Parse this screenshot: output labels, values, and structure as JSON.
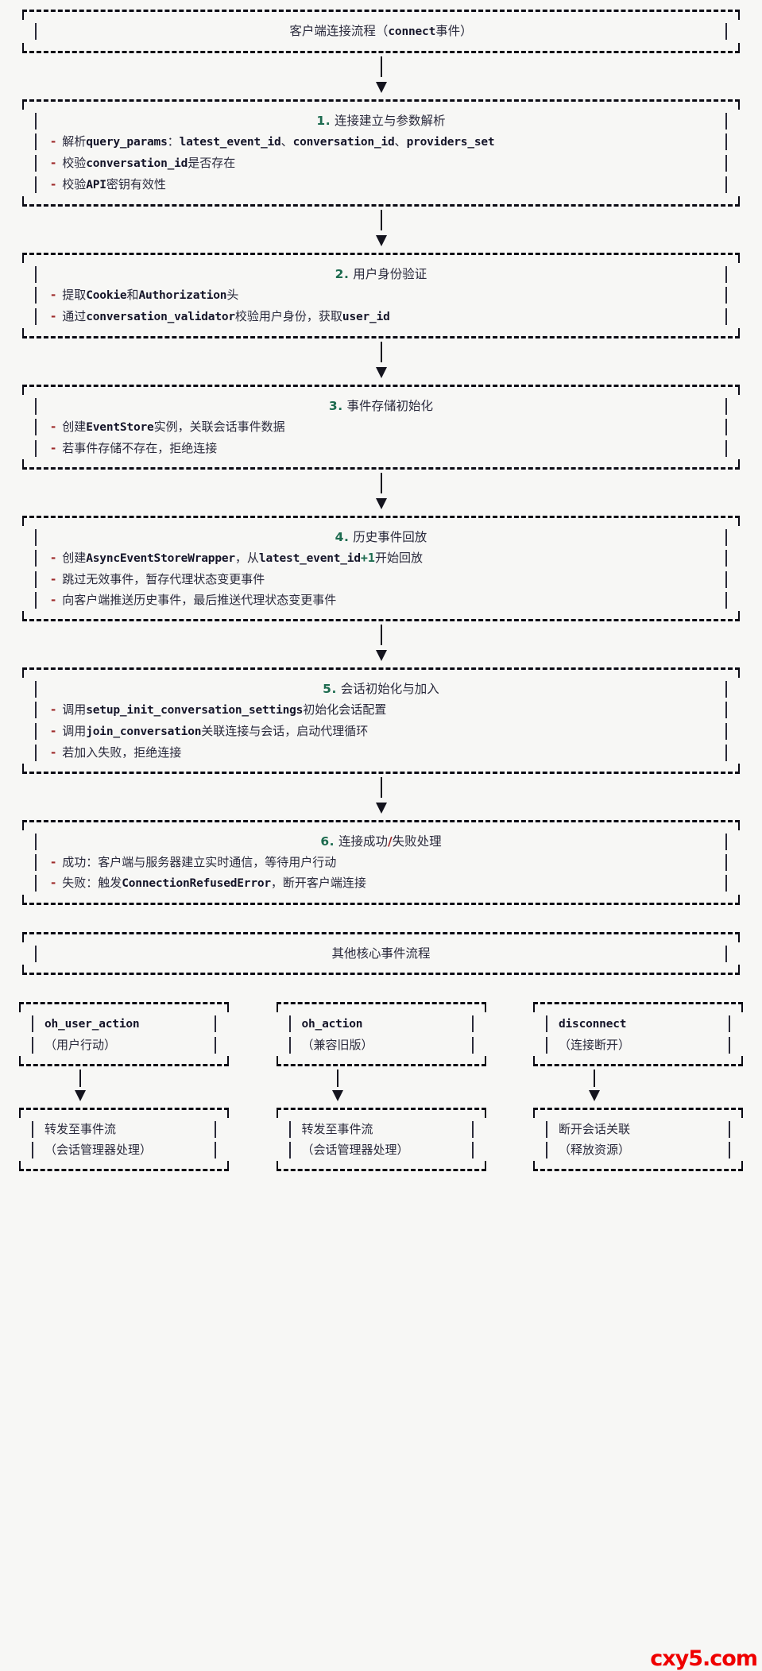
{
  "document": {
    "background_color": "#f7f7f5",
    "accent_number_color": "#1d6b4f",
    "bullet_color": "#9e2b2b",
    "text_color": "#2a2a3c",
    "watermark": "cxy5.com",
    "watermark_color": "#ef0000"
  },
  "header": {
    "title_cn": "客户端连接流程（",
    "title_code": "connect",
    "title_cn_tail": "事件）"
  },
  "steps": [
    {
      "number": "1.",
      "title": "连接建立与参数解析",
      "items": [
        [
          {
            "t": "cn",
            "v": "解析"
          },
          {
            "t": "code",
            "v": "query_params"
          },
          {
            "t": "cn",
            "v": "："
          },
          {
            "t": "code",
            "v": "latest_event_id"
          },
          {
            "t": "cn",
            "v": "、"
          },
          {
            "t": "code",
            "v": "conversation_id"
          },
          {
            "t": "cn",
            "v": "、"
          },
          {
            "t": "code",
            "v": "providers_set"
          }
        ],
        [
          {
            "t": "cn",
            "v": "校验"
          },
          {
            "t": "code",
            "v": "conversation_id"
          },
          {
            "t": "cn",
            "v": "是否存在"
          }
        ],
        [
          {
            "t": "cn",
            "v": "校验"
          },
          {
            "t": "code",
            "v": "API"
          },
          {
            "t": "cn",
            "v": "密钥有效性"
          }
        ]
      ]
    },
    {
      "number": "2.",
      "title": "用户身份验证",
      "items": [
        [
          {
            "t": "cn",
            "v": "提取"
          },
          {
            "t": "code",
            "v": "Cookie"
          },
          {
            "t": "cn",
            "v": "和"
          },
          {
            "t": "code",
            "v": "Authorization"
          },
          {
            "t": "cn",
            "v": "头"
          }
        ],
        [
          {
            "t": "cn",
            "v": "通过"
          },
          {
            "t": "code",
            "v": "conversation_validator"
          },
          {
            "t": "cn",
            "v": "校验用户身份，获取"
          },
          {
            "t": "code",
            "v": "user_id"
          }
        ]
      ]
    },
    {
      "number": "3.",
      "title": "事件存储初始化",
      "items": [
        [
          {
            "t": "cn",
            "v": "创建"
          },
          {
            "t": "code",
            "v": "EventStore"
          },
          {
            "t": "cn",
            "v": "实例，关联会话事件数据"
          }
        ],
        [
          {
            "t": "cn",
            "v": "若事件存储不存在，拒绝连接"
          }
        ]
      ]
    },
    {
      "number": "4.",
      "title": "历史事件回放",
      "items": [
        [
          {
            "t": "cn",
            "v": "创建"
          },
          {
            "t": "code",
            "v": "AsyncEventStoreWrapper"
          },
          {
            "t": "cn",
            "v": "，从"
          },
          {
            "t": "code",
            "v": "latest_event_id"
          },
          {
            "t": "plus",
            "v": "+1"
          },
          {
            "t": "cn",
            "v": "开始回放"
          }
        ],
        [
          {
            "t": "cn",
            "v": "跳过无效事件，暂存代理状态变更事件"
          }
        ],
        [
          {
            "t": "cn",
            "v": "向客户端推送历史事件，最后推送代理状态变更事件"
          }
        ]
      ]
    },
    {
      "number": "5.",
      "title": "会话初始化与加入",
      "items": [
        [
          {
            "t": "cn",
            "v": "调用"
          },
          {
            "t": "code",
            "v": "setup_init_conversation_settings"
          },
          {
            "t": "cn",
            "v": "初始化会话配置"
          }
        ],
        [
          {
            "t": "cn",
            "v": "调用"
          },
          {
            "t": "code",
            "v": "join_conversation"
          },
          {
            "t": "cn",
            "v": "关联连接与会话，启动代理循环"
          }
        ],
        [
          {
            "t": "cn",
            "v": "若加入失败，拒绝连接"
          }
        ]
      ]
    },
    {
      "number": "6.",
      "title_parts": [
        {
          "t": "cn",
          "v": "连接成功"
        },
        {
          "t": "slash",
          "v": "/"
        },
        {
          "t": "cn",
          "v": "失败处理"
        }
      ],
      "title": "连接成功/失败处理",
      "items": [
        [
          {
            "t": "cn",
            "v": "成功：客户端与服务器建立实时通信，等待用户行动"
          }
        ],
        [
          {
            "t": "cn",
            "v": "失败：触发"
          },
          {
            "t": "code",
            "v": "ConnectionRefusedError"
          },
          {
            "t": "cn",
            "v": "，断开客户端连接"
          }
        ]
      ]
    }
  ],
  "secondary": {
    "heading": "其他核心事件流程",
    "columns": [
      {
        "event_name": "oh_user_action",
        "event_desc": "（用户行动）",
        "target_title": "转发至事件流",
        "target_desc": "（会话管理器处理）"
      },
      {
        "event_name": "oh_action",
        "event_desc": "（兼容旧版）",
        "target_title": "转发至事件流",
        "target_desc": "（会话管理器处理）"
      },
      {
        "event_name": "disconnect",
        "event_desc": "（连接断开）",
        "target_title": "断开会话关联",
        "target_desc": "（释放资源）"
      }
    ]
  }
}
